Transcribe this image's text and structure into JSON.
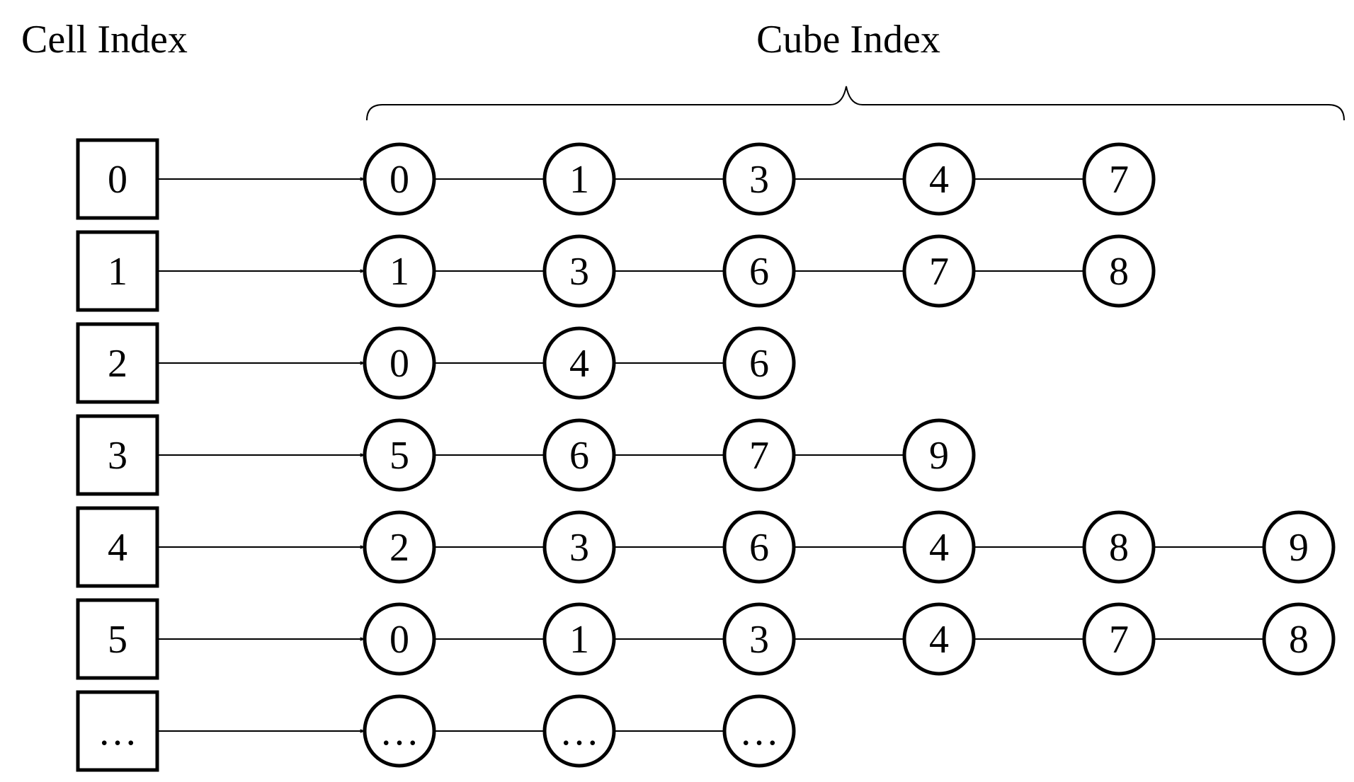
{
  "headers": {
    "cell_index": "Cell Index",
    "cube_index": "Cube Index"
  },
  "rows": [
    {
      "cell": "0",
      "cubes": [
        "0",
        "1",
        "3",
        "4",
        "7"
      ]
    },
    {
      "cell": "1",
      "cubes": [
        "1",
        "3",
        "6",
        "7",
        "8"
      ]
    },
    {
      "cell": "2",
      "cubes": [
        "0",
        "4",
        "6"
      ]
    },
    {
      "cell": "3",
      "cubes": [
        "5",
        "6",
        "7",
        "9"
      ]
    },
    {
      "cell": "4",
      "cubes": [
        "2",
        "3",
        "6",
        "4",
        "8",
        "9"
      ]
    },
    {
      "cell": "5",
      "cubes": [
        "0",
        "1",
        "3",
        "4",
        "7",
        "8"
      ]
    },
    {
      "cell": "…",
      "cubes": [
        "…",
        "…",
        "…"
      ]
    }
  ],
  "colors": {
    "stroke": "#000000",
    "background": "#ffffff"
  }
}
